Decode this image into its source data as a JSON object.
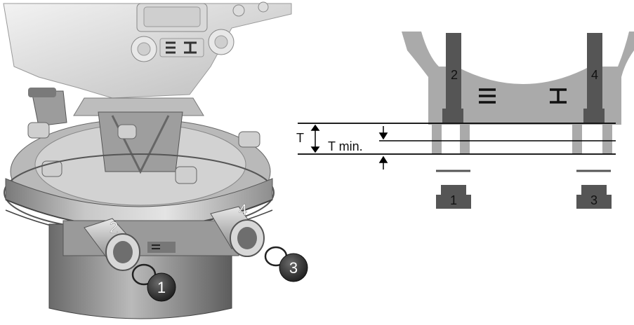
{
  "colors": {
    "housing_light": "#e6e6e6",
    "housing_mid": "#c6c6c6",
    "housing_dark": "#8a8a8a",
    "part_dark": "#404040",
    "diagram_gray": "#aaaaaa",
    "diagram_dark": "#555555",
    "line": "#000000"
  },
  "photo": {
    "callouts": {
      "c1": "1",
      "c2": "2",
      "c3": "3",
      "c4": "4"
    },
    "housing_marking": "Ξ I"
  },
  "cross_section": {
    "labels": {
      "l1": "1",
      "l2": "2",
      "l3": "3",
      "l4": "4"
    },
    "symbol_left": "Ξ",
    "symbol_right": "I",
    "dimension_T": "T",
    "dimension_Tmin": "T min."
  }
}
